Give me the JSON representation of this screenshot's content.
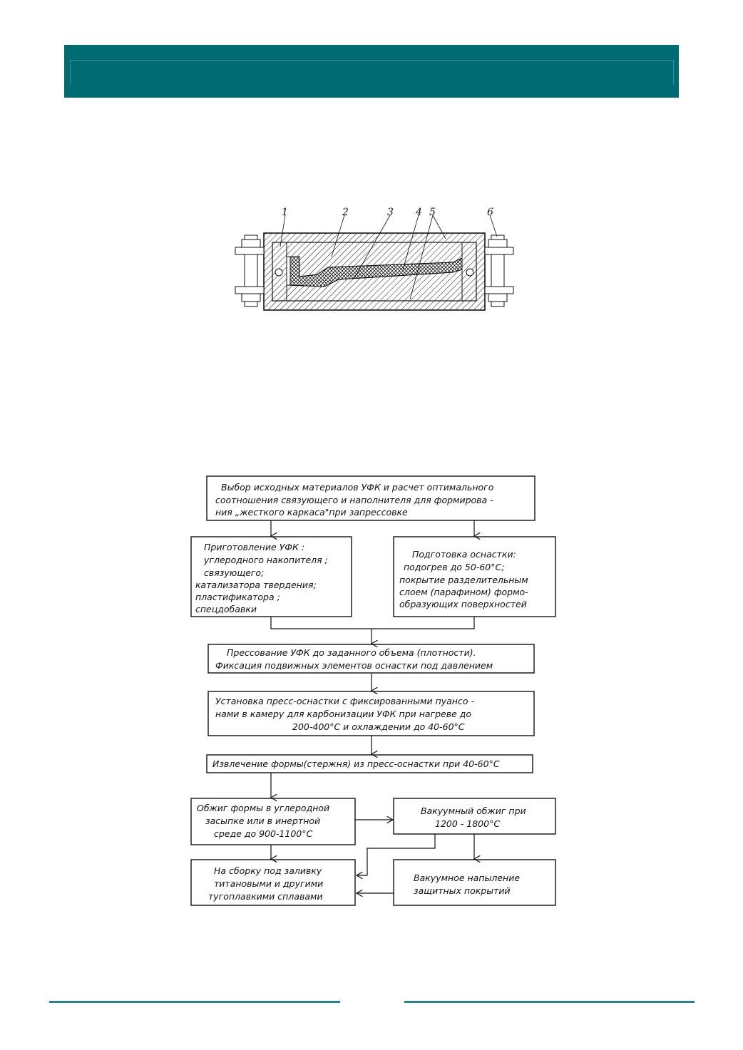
{
  "drawing": {
    "callouts": [
      "1",
      "2",
      "3",
      "4",
      "5",
      "6"
    ]
  },
  "flowchart": {
    "box_select": [
      "Выбор исходных материалов УФК и расчет оптимального",
      "соотношения связующего и наполнителя для формирова -",
      "ния „жесткого каркаса\"при запрессовке"
    ],
    "box_prepare": [
      "Приготовление УФК :",
      "углеродного накопителя ;",
      "связующего;",
      "катализатора твердения;",
      "пластификатора ;",
      "спецдобавки"
    ],
    "box_tooling": [
      "Подготовка оснастки:",
      "подогрев до 50-60°С;",
      "покрытие разделительным",
      "слоем (парафином) формо-",
      "образующих поверхностей"
    ],
    "box_press": [
      "Прессование УФК до заданного объема (плотности).",
      "Фиксация подвижных элементов оснастки под давлением"
    ],
    "box_install": [
      "Установка пресс-оснастки с фиксированными пуансо -",
      "нами в камеру для карбонизации УФК при нагреве до",
      "200-400°С и охлаждении до 40-60°С"
    ],
    "box_extract": [
      "Извлечение формы(стержня) из пресс-оснастки при 40-60°С"
    ],
    "box_fire": [
      "Обжиг формы в углеродной",
      "засыпке или в инертной",
      "среде до 900-1100°С"
    ],
    "box_vacuum_fire": [
      "Вакуумный обжиг при",
      "1200 - 1800°С"
    ],
    "box_assembly": [
      "На сборку под заливку",
      "титановыми и другими",
      "тугоплавкими сплавами"
    ],
    "box_vacuum_coat": [
      "Вакуумное напыление",
      "защитных покрытий"
    ]
  },
  "colors": {
    "header": "#006b73",
    "footer_line": "#2b7f86"
  }
}
